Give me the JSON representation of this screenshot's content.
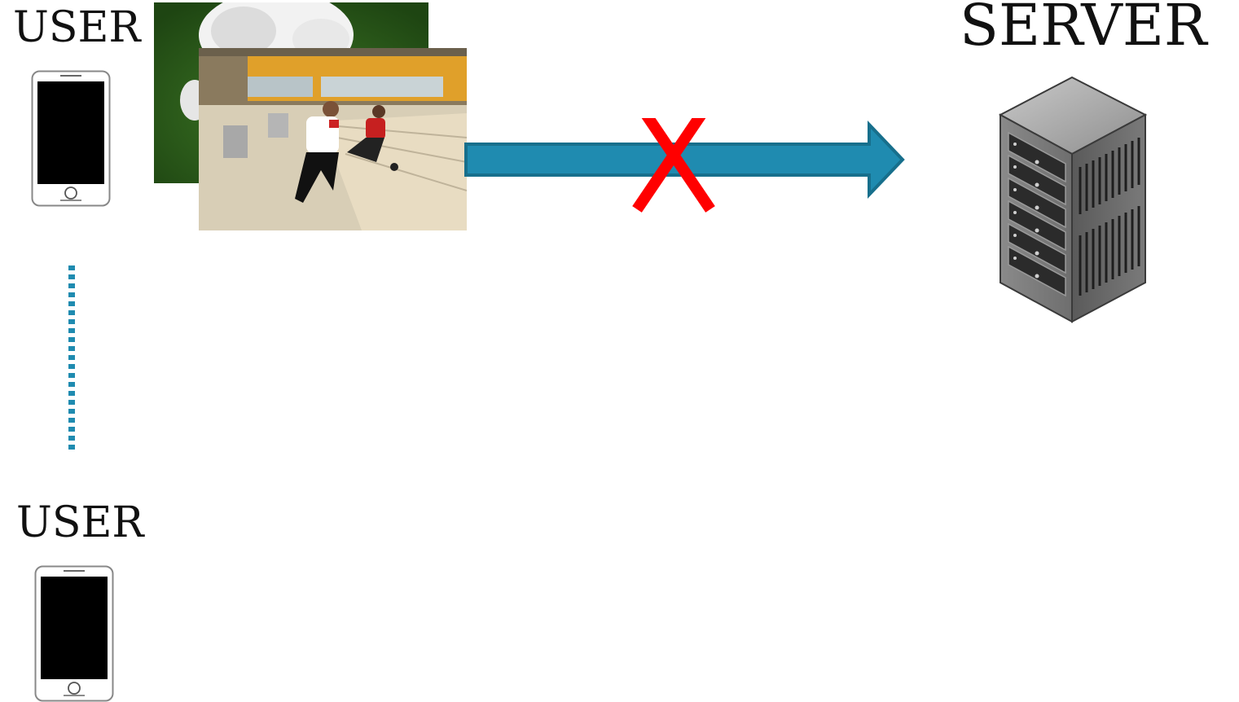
{
  "labels": {
    "user_top": "USER",
    "user_bottom": "USER",
    "server": "SERVER"
  },
  "icons": {
    "phone": "smartphone-icon",
    "server": "server-rack-icon",
    "blocked": "red-x-icon"
  },
  "colors": {
    "arrow_fill": "#1f8bb0",
    "arrow_stroke": "#176f8c",
    "blocked_mark": "#ff0000",
    "dotted_line": "#1f8bb0",
    "phone_screen": "#000000"
  }
}
